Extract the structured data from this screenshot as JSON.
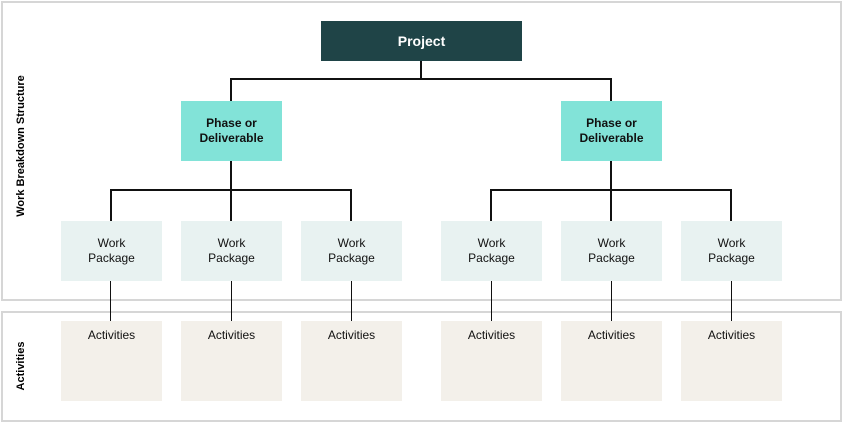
{
  "diagram": {
    "side_labels": {
      "wbs": "Work Breakdown Structure",
      "activities": "Activities"
    },
    "project": "Project",
    "phases": [
      "Phase or Deliverable",
      "Phase or Deliverable"
    ],
    "work_packages": [
      "Work Package",
      "Work Package",
      "Work Package",
      "Work Package",
      "Work Package",
      "Work Package"
    ],
    "activities": [
      "Activities",
      "Activities",
      "Activities",
      "Activities",
      "Activities",
      "Activities"
    ]
  },
  "colors": {
    "project_fill": "#1f4447",
    "phase_fill": "#82e3d8",
    "work_package_fill": "#e8f2f1",
    "activity_fill": "#f3f0ea",
    "frame_border": "#d6d6d6",
    "connector": "#111111"
  }
}
